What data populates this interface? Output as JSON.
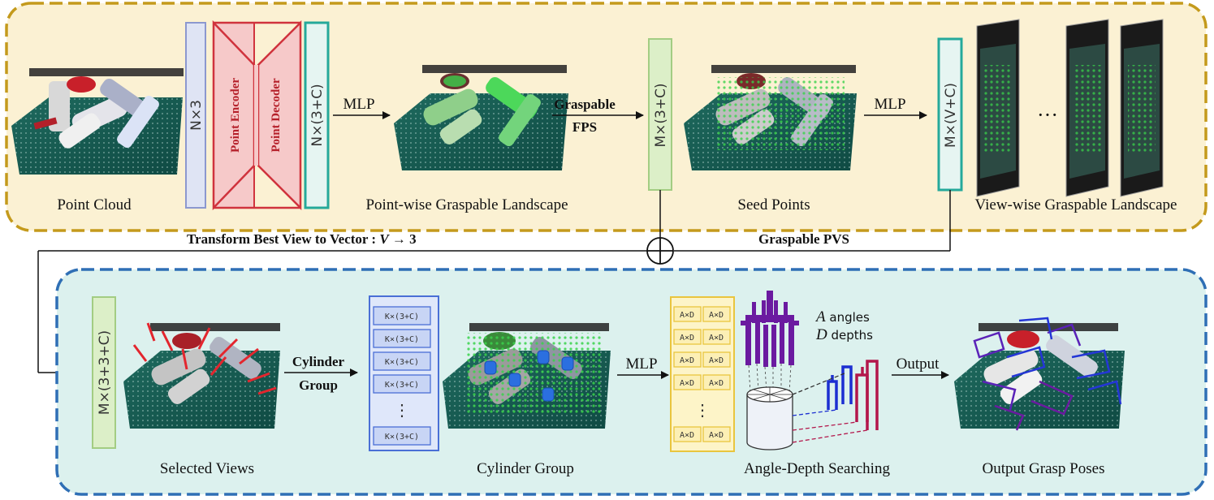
{
  "top_stage": {
    "point_cloud_label": "Point Cloud",
    "input_dim": "N×3",
    "encoder_label": "Point Encoder",
    "decoder_label": "Point Decoder",
    "feature_dim": "N×(3+C)",
    "mlp1_label": "MLP",
    "point_landscape_label": "Point-wise Graspable Landscape",
    "fps_label_line1": "Graspable",
    "fps_label_line2": "FPS",
    "seed_dim": "M×(3+C)",
    "seed_label": "Seed Points",
    "mlp2_label": "MLP",
    "view_dim": "M×(V+C)",
    "ellipsis": "···",
    "view_landscape_label": "View-wise Graspable Landscape"
  },
  "connector": {
    "transform_prefix": "Transform Best View to Vector : ",
    "transform_var": "V",
    "transform_suffix": " → 3",
    "pvs_label": "Graspable PVS"
  },
  "bottom_stage": {
    "selected_dim": "M×(3+3+C)",
    "selected_label": "Selected Views",
    "cylinder_group_line1": "Cylinder",
    "cylinder_group_line2": "Group",
    "k_dim": "K×(3+C)",
    "vdots": "⋮",
    "cylinder_label": "Cylinder Group",
    "mlp3_label": "MLP",
    "ad_cell": "A×D",
    "angles_var": "A",
    "angles_text": " angles",
    "depths_var": "D",
    "depths_text": " depths",
    "search_label": "Angle-Depth Searching",
    "output_arrow_label": "Output",
    "output_label": "Output Grasp Poses"
  },
  "colors": {
    "top_panel_fill": "#fbf1d3",
    "top_panel_border": "#c49a1c",
    "bottom_panel_fill": "#dcf1ee",
    "bottom_panel_border": "#2f6fb5",
    "encoder_fill": "#f6c9c9",
    "encoder_border": "#d0333d",
    "input_box_fill": "#dfe4f4",
    "input_box_border": "#8c98cf",
    "teal_box_border": "#25a99b",
    "seed_box_fill": "#dcefc8",
    "seed_box_border": "#a3cd83",
    "select_box_fill": "#dcefc8",
    "cyl_stack_fill": "#c8d5f5",
    "cyl_stack_border": "#4a6fd6",
    "ad_fill": "#fcefb5",
    "ad_border": "#e9c53e",
    "gripper_purple": "#6b1aa0"
  }
}
